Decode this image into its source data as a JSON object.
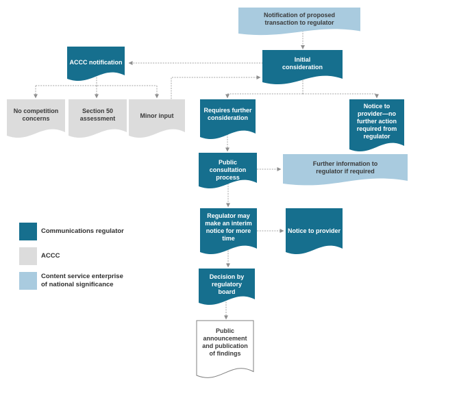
{
  "nodes": {
    "notification": "Notification of proposed\ntransaction to regulator",
    "initial": "Initial\nconsideration",
    "accc_notification": "ACCC notification",
    "no_competition": "No competition\nconcerns",
    "section50": "Section 50\nassessment",
    "minor_input": "Minor input",
    "requires_further": "Requires further\nconsideration",
    "notice_no_action": "Notice to\nprovider—no\nfurther action\nrequired from\nregulator",
    "public_consultation": "Public\nconsultation\nprocess",
    "further_info": "Further information to\nregulator if required",
    "interim_notice": "Regulator may\nmake an interim\nnotice for more\ntime",
    "notice_provider": "Notice to provider",
    "decision": "Decision by\nregulatory\nboard",
    "announcement": "Public\nannouncement\nand publication\nof findings"
  },
  "legend": {
    "items": [
      {
        "label": "Communications regulator",
        "color": "#166f8e"
      },
      {
        "label": "ACCC",
        "color": "#dcdcdc"
      },
      {
        "label": "Content service enterprise\nof national significance",
        "color": "#a9cbdf"
      }
    ]
  },
  "colors": {
    "regulator": "#166f8e",
    "accc": "#dcdcdc",
    "csens": "#a9cbdf",
    "connector": "#a3a3a3",
    "outline": "#7f7f7f"
  }
}
